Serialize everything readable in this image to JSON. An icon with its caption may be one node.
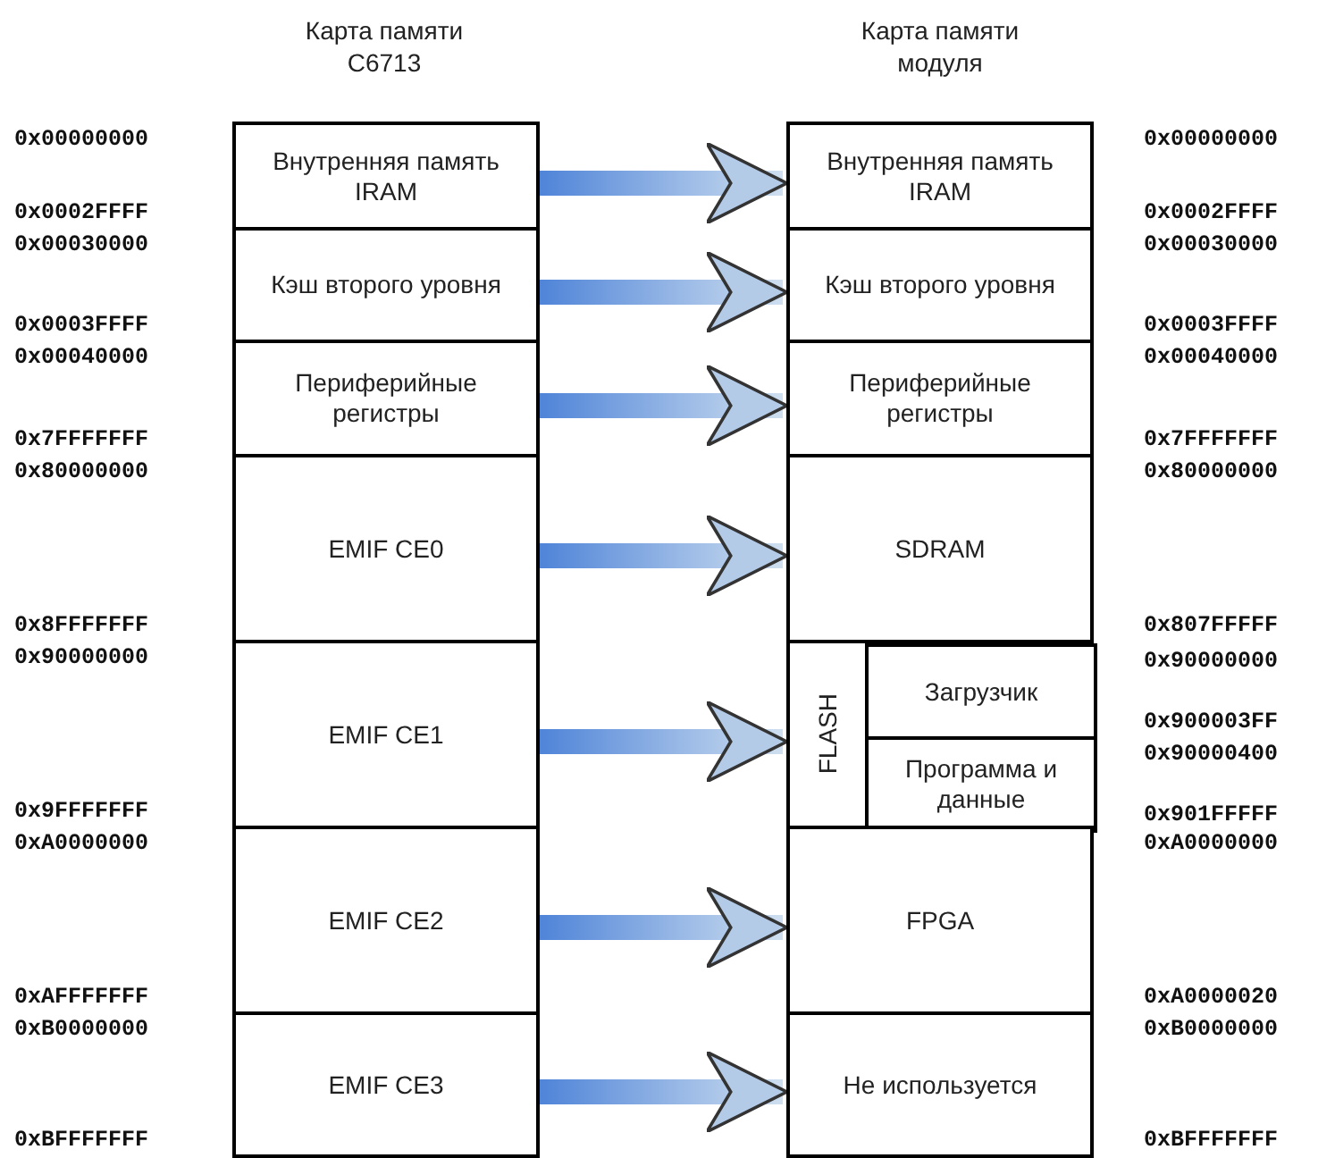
{
  "diagram": {
    "nodes": [
      {
        "text": [
          "Внутренняя память IRAM"
        ],
        "beside": [
          "0x00000000",
          "0x0002FFFF"
        ]
      },
      {
        "text": [
          "Кэш второго уровня"
        ],
        "beside": [
          "0x00030000",
          "0x0003FFFF"
        ]
      },
      {
        "text": [
          "Периферийные регистры"
        ],
        "beside": [
          "0x00040000",
          "0x7FFFFFFF"
        ]
      },
      {
        "text": [
          "EMIF CE0"
        ],
        "beside": [
          "0x80000000",
          "0x8FFFFFFF"
        ]
      },
      {
        "text": [
          "EMIF CE1"
        ],
        "beside": [
          "0x90000000",
          "0x9FFFFFFF"
        ]
      },
      {
        "text": [
          "EMIF CE2"
        ],
        "beside": [
          "0xA0000000",
          "0xAFFFFFFF"
        ]
      },
      {
        "text": [
          "EMIF CE3"
        ],
        "beside": [
          "0xB0000000",
          "0xBFFFFFFF"
        ]
      },
      {
        "text": [
          "Внутренняя память IRAM"
        ],
        "beside": [
          "0x00000000",
          "0x0002FFFF"
        ]
      },
      {
        "text": [
          "Кэш второго уровня"
        ],
        "beside": [
          "0x00030000",
          "0x0003FFFF"
        ]
      },
      {
        "text": [
          "Периферийные регистры"
        ],
        "beside": [
          "0x00040000",
          "0x7FFFFFFF"
        ]
      },
      {
        "text": [
          "SDRAM"
        ],
        "beside": [
          "0x80000000",
          "0x807FFFFF"
        ]
      },
      {
        "text": [
          "FLASH"
        ]
      },
      {
        "text": [
          "Загрузчик"
        ],
        "in": 11,
        "beside": [
          "0x90000000",
          "0x900003FF"
        ]
      },
      {
        "text": [
          "Программа и данные"
        ],
        "in": 11,
        "beside": [
          "0x90000400",
          "0x901FFFFF"
        ]
      },
      {
        "text": [
          "FPGA"
        ],
        "beside": [
          "0xA0000000",
          "0xA0000020"
        ]
      },
      {
        "text": [
          "Не используется"
        ],
        "beside": [
          "0xB0000000",
          "0xBFFFFFFF"
        ]
      }
    ],
    "edges": [
      {
        "from": 0,
        "to": 7,
        "arrow": "to"
      },
      {
        "from": 1,
        "to": 8,
        "arrow": "to"
      },
      {
        "from": 2,
        "to": 9,
        "arrow": "to"
      },
      {
        "from": 3,
        "to": 10,
        "arrow": "to"
      },
      {
        "from": 4,
        "to": 11,
        "arrow": "to"
      },
      {
        "from": 5,
        "to": 14,
        "arrow": "to"
      },
      {
        "from": 6,
        "to": 15,
        "arrow": "to"
      }
    ],
    "labels": [
      "Карта памяти C6713",
      "Карта памяти модуля"
    ]
  }
}
